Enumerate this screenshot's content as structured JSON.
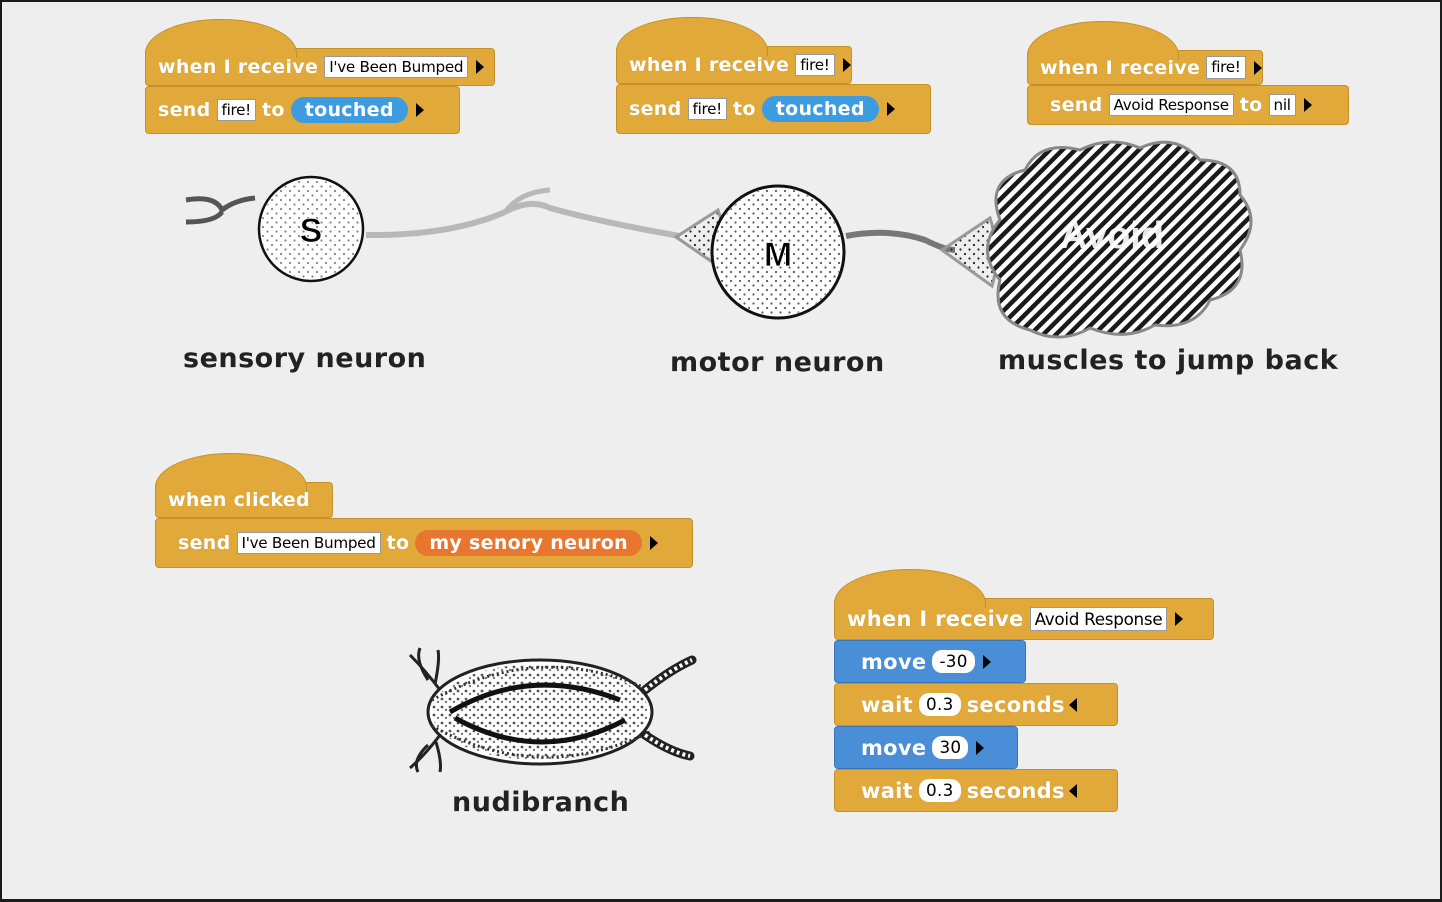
{
  "scripts": {
    "sensory": {
      "hat_label": "when I receive",
      "hat_message": "I've Been Bumped",
      "send_label": "send",
      "send_message": "fire!",
      "to_label": "to",
      "target": "touched"
    },
    "motor": {
      "hat_label": "when I receive",
      "hat_message": "fire!",
      "send_label": "send",
      "send_message": "fire!",
      "to_label": "to",
      "target": "touched"
    },
    "muscle": {
      "hat_label": "when I receive",
      "hat_message": "fire!",
      "send_label": "send",
      "send_message": "Avoid Response",
      "to_label": "to",
      "target": "nil"
    },
    "clicked": {
      "hat_label": "when clicked",
      "send_label": "send",
      "send_message": "I've Been Bumped",
      "to_label": "to",
      "target": "my senory neuron"
    },
    "avoid": {
      "hat_label": "when I receive",
      "hat_message": "Avoid Response",
      "move1_label": "move",
      "move1_value": "-30",
      "wait1_label": "wait",
      "wait1_value": "0.3",
      "wait1_suffix": "seconds",
      "move2_label": "move",
      "move2_value": "30",
      "wait2_label": "wait",
      "wait2_value": "0.3",
      "wait2_suffix": "seconds"
    }
  },
  "sprites": {
    "sensory_letter": "S",
    "motor_letter": "M",
    "muscle_text": "Avoid"
  },
  "captions": {
    "sensory": "sensory neuron",
    "motor": "motor neuron",
    "muscle": "muscles to jump back",
    "nudibranch": "nudibranch"
  },
  "colors": {
    "control": "#e1a93a",
    "motion": "#4a8ed8",
    "sprite_blue": "#3d9be0",
    "sprite_orange": "#e8762e",
    "background": "#eeeeee"
  }
}
